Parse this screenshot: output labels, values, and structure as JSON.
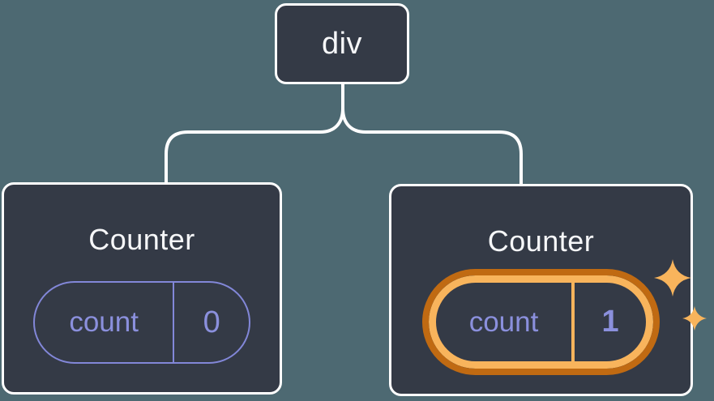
{
  "diagram": {
    "description": "component tree with two Counter children holding independent state",
    "background_color": "#4d6972",
    "node_background_color": "#343a46",
    "node_border_color": "#ffffff",
    "state_accent_color": "#8b90dd",
    "highlight_outer_color": "#c06a12",
    "highlight_inner_color": "#f8b45c"
  },
  "tree": {
    "root": {
      "label": "div"
    },
    "children": [
      {
        "title": "Counter",
        "state": {
          "name": "count",
          "value": "0"
        },
        "highlighted": false
      },
      {
        "title": "Counter",
        "state": {
          "name": "count",
          "value": "1"
        },
        "highlighted": true
      }
    ]
  },
  "icons": {
    "sparkles": "sparkles-icon"
  }
}
